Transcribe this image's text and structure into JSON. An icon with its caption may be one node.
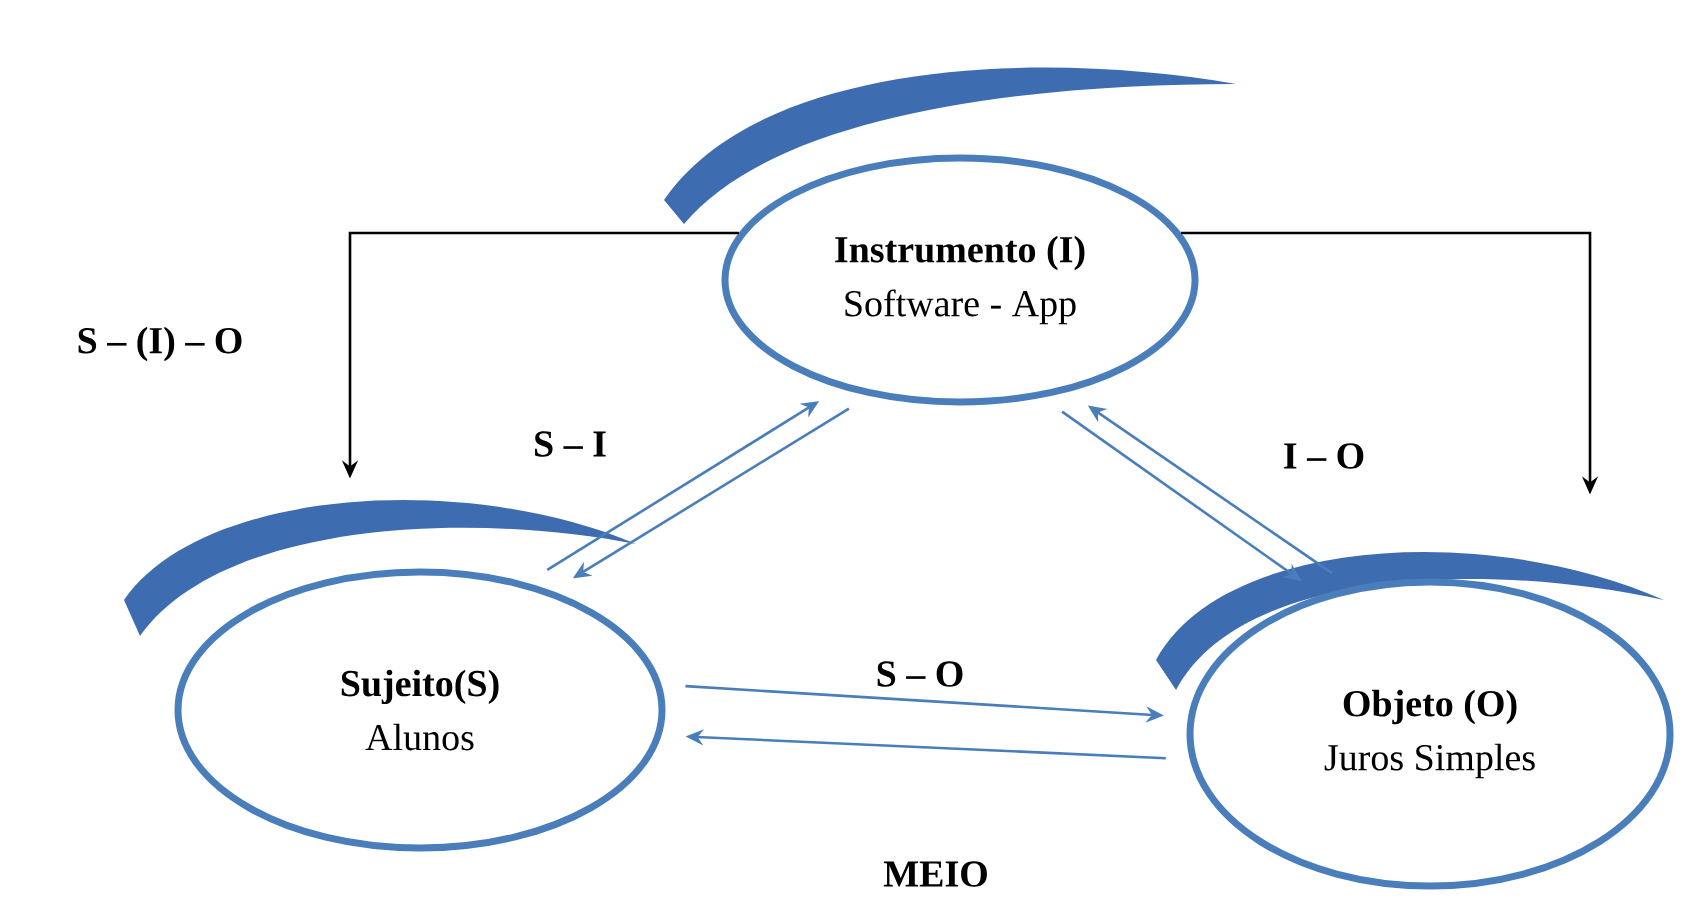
{
  "diagram": {
    "nodes": [
      {
        "text": [
          "Instrumento (I)",
          "Software - App"
        ]
      },
      {
        "text": [
          "Sujeito(S)",
          "Alunos"
        ]
      },
      {
        "text": [
          "Objeto (O)",
          "Juros Simples"
        ]
      }
    ],
    "edges": [
      {
        "from": 0,
        "to": 1,
        "arrow": "to",
        "label": "S – (I) – O",
        "color": "#000000"
      },
      {
        "from": 0,
        "to": 2,
        "arrow": "to",
        "color": "#000000"
      },
      {
        "from": 1,
        "to": 0,
        "arrow": "to",
        "label": "S – I"
      },
      {
        "from": 0,
        "to": 1,
        "arrow": "to"
      },
      {
        "from": 0,
        "to": 2,
        "arrow": "to",
        "label": "I – O"
      },
      {
        "from": 2,
        "to": 0,
        "arrow": "to"
      },
      {
        "from": 1,
        "to": 2,
        "arrow": "to",
        "label": "S – O"
      },
      {
        "from": 2,
        "to": 1,
        "arrow": "to"
      }
    ],
    "labels": [
      "MEIO"
    ]
  }
}
